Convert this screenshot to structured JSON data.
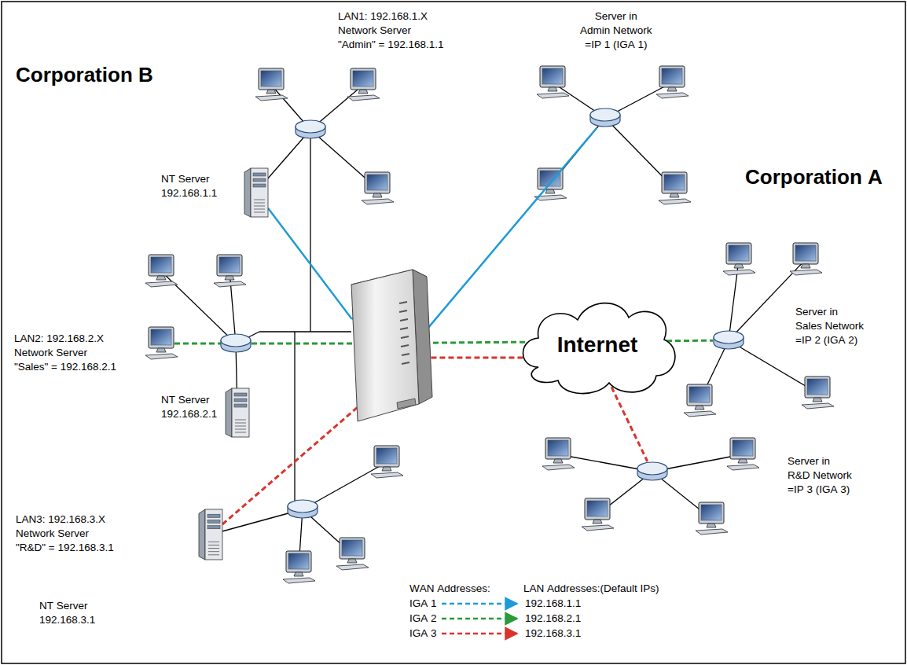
{
  "diagram": {
    "nodes": [
      {
        "text": [
          "LAN1: 192.168.1.X Network Server \"Admin\" = 192.168.1.1"
        ]
      },
      {
        "text": [
          "NT Server 192.168.1.1"
        ]
      },
      {
        "text": [
          "Server in Admin Network =IP 1 (IGA 1)"
        ]
      },
      {
        "text": [
          "LAN2: 192.168.2.X Network Server \"Sales\" = 192.168.2.1"
        ]
      },
      {
        "text": [
          "NT Server 192.168.2.1"
        ]
      },
      {
        "text": [
          "Internet"
        ]
      },
      {
        "text": [
          "Server in Sales Network =IP 2 (IGA 2)"
        ]
      },
      {
        "text": [
          "LAN3: 192.168.3.X Network Server \"R&D\" = 192.168.3.1"
        ]
      },
      {
        "text": [
          "NT Server 192.168.3.1"
        ]
      },
      {
        "text": [
          "Server in R&D Network =IP 3 (IGA 3)"
        ]
      }
    ],
    "edges": [
      {
        "from": 1,
        "to": 2,
        "arrow": "none"
      },
      {
        "from": 3,
        "to": 6,
        "arrow": "none"
      },
      {
        "from": 8,
        "to": 9,
        "arrow": "none"
      }
    ],
    "labels": [
      "Corporation B",
      "Corporation A",
      "WAN Addresses:",
      "LAN Addresses:(Default IPs)",
      "IGA 1",
      "192.168.1.1",
      "IGA 2",
      "192.168.2.1",
      "IGA 3",
      "192.168.3.1"
    ]
  }
}
